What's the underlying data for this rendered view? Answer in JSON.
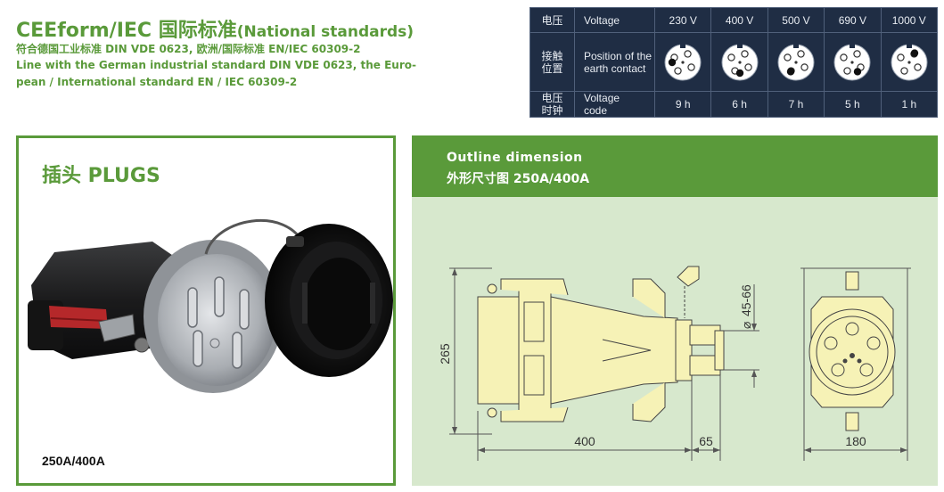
{
  "header": {
    "title_main": "CEEform/IEC 国际标准",
    "title_sub": "(National standards)",
    "line_cn": "符合德国工业标准 DIN VDE  0623, 欧洲/国际标准 EN/IEC 60309-2",
    "line_en_1": "Line with the German industrial standard DIN VDE 0623, the Euro-",
    "line_en_2": "pean / International standard EN / IEC 60309-2"
  },
  "voltage_table": {
    "rows": [
      {
        "cn": "电压",
        "en": "Voltage"
      },
      {
        "cn": "接触位置",
        "en": "Position of the earth contact"
      },
      {
        "cn": "电压时钟",
        "en": "Voltage code"
      }
    ],
    "columns": [
      {
        "voltage": "230 V",
        "code": "9 h",
        "earth_clock": 9
      },
      {
        "voltage": "400 V",
        "code": "6 h",
        "earth_clock": 6
      },
      {
        "voltage": "500 V",
        "code": "7 h",
        "earth_clock": 7
      },
      {
        "voltage": "690 V",
        "code": "5 h",
        "earth_clock": 5
      },
      {
        "voltage": "1000 V",
        "code": "1 h",
        "earth_clock": 1
      }
    ],
    "colors": {
      "background": "#1f2d44",
      "text": "#e8ecf2"
    }
  },
  "plugs_panel": {
    "title": "插头  PLUGS",
    "caption": "250A/400A"
  },
  "outline_panel": {
    "title_en": "Outline dimension",
    "title_cn": "外形尺寸图  250A/400A",
    "dimensions": {
      "height": "265",
      "length": "400",
      "tail": "65",
      "cable_dia": "45-66",
      "width": "180"
    }
  },
  "colors": {
    "brand_green": "#5a9a3a",
    "panel_bg": "#d7e8cd",
    "drawing_fill": "#f6f2b6"
  }
}
